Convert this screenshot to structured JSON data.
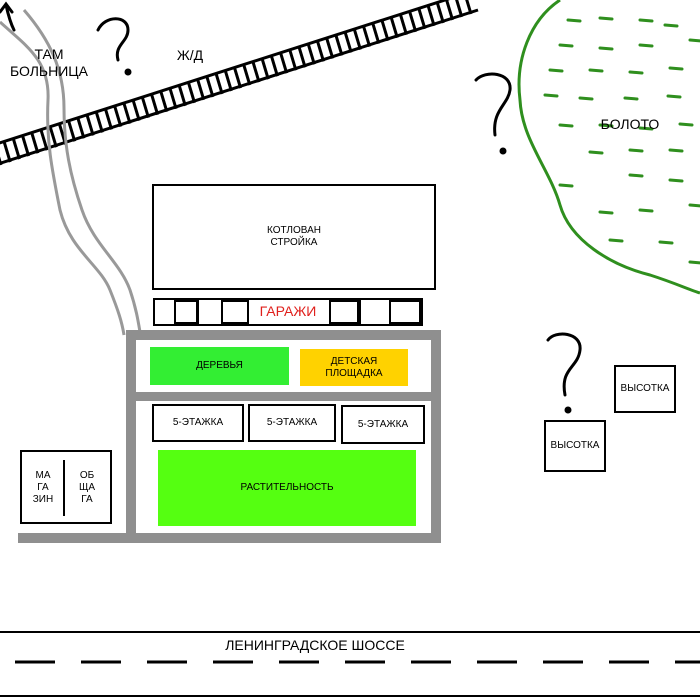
{
  "labels": {
    "hospital": "ТАМ\nБОЛЬНИЦА",
    "railway": "Ж/Д",
    "swamp": "БОЛОТО",
    "pit": "КОТЛОВАН\nСТРОЙКА",
    "garages": "ГАРАЖИ",
    "trees": "ДЕРЕВЬЯ",
    "playground": "ДЕТСКАЯ\nПЛОЩАДКА",
    "building_1": "5-ЭТАЖКА",
    "building_2": "5-ЭТАЖКА",
    "building_3": "5-ЭТАЖКА",
    "vegetation": "РАСТИТЕЛЬНОСТЬ",
    "shop": "МА\nГА\nЗИН",
    "dorm": "ОБ\nЩА\nГА",
    "highrise_1": "ВЫСОТКА",
    "highrise_2": "ВЫСОТКА",
    "highway": "ЛЕНИНГРАДСКОЕ ШОССЕ"
  },
  "colors": {
    "garages_text": "#e0201c",
    "trees_fill": "#33ee33",
    "playground_fill": "#ffd200",
    "vegetation_fill": "#55ff11",
    "swamp_line": "#2f8f1e",
    "road_gray": "#999999",
    "block_wall": "#8f8f8f"
  },
  "icons": [
    "question-mark-icon",
    "arrow-up-icon"
  ]
}
